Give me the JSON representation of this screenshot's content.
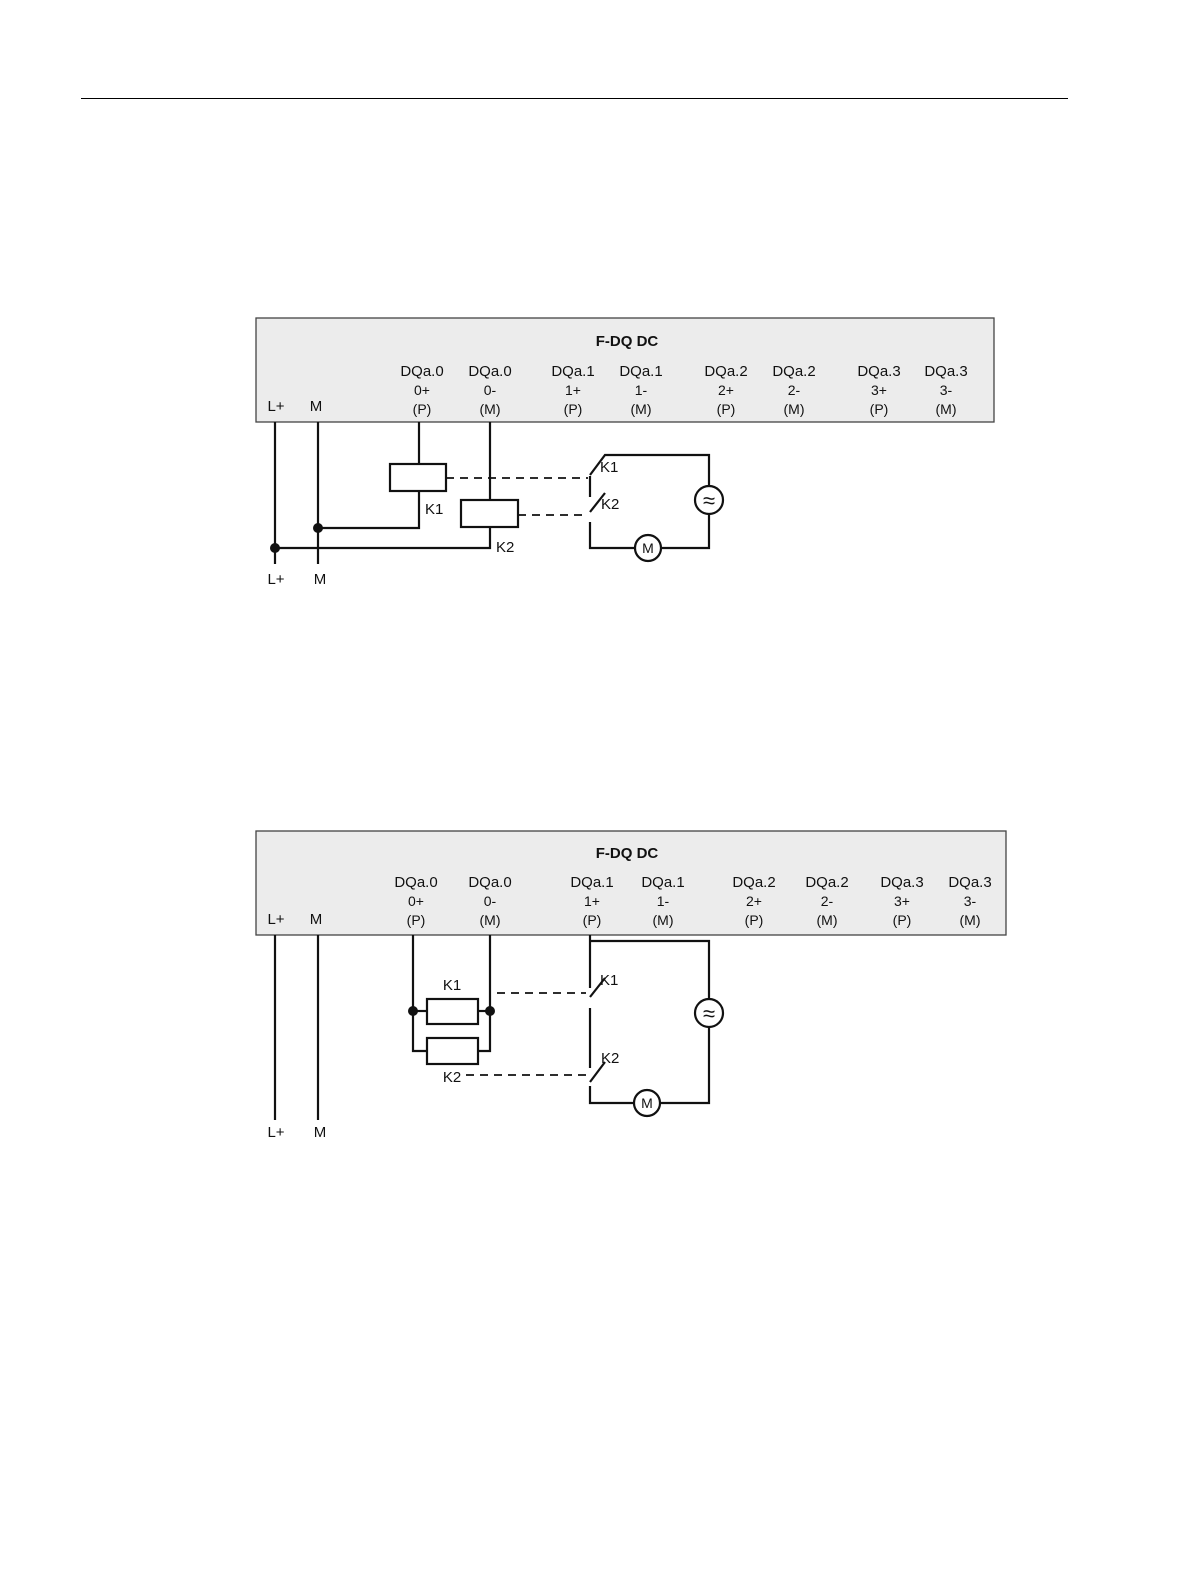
{
  "diagrams": [
    {
      "title": "F-DQ DC",
      "supply": {
        "lplus": "L+",
        "m": "M"
      },
      "terminals": [
        {
          "name": "DQa.0",
          "pin": "0+",
          "pol": "(P)"
        },
        {
          "name": "DQa.0",
          "pin": "0-",
          "pol": "(M)"
        },
        {
          "name": "DQa.1",
          "pin": "1+",
          "pol": "(P)"
        },
        {
          "name": "DQa.1",
          "pin": "1-",
          "pol": "(M)"
        },
        {
          "name": "DQa.2",
          "pin": "2+",
          "pol": "(P)"
        },
        {
          "name": "DQa.2",
          "pin": "2-",
          "pol": "(M)"
        },
        {
          "name": "DQa.3",
          "pin": "3+",
          "pol": "(P)"
        },
        {
          "name": "DQa.3",
          "pin": "3-",
          "pol": "(M)"
        }
      ],
      "relay_k1": "K1",
      "relay_k2": "K2",
      "contact_k1": "K1",
      "contact_k2": "K2",
      "ac_source_symbol": "≈",
      "motor_symbol": "M",
      "bottom": {
        "lplus": "L+",
        "m": "M"
      }
    },
    {
      "title": "F-DQ DC",
      "supply": {
        "lplus": "L+",
        "m": "M"
      },
      "terminals": [
        {
          "name": "DQa.0",
          "pin": "0+",
          "pol": "(P)"
        },
        {
          "name": "DQa.0",
          "pin": "0-",
          "pol": "(M)"
        },
        {
          "name": "DQa.1",
          "pin": "1+",
          "pol": "(P)"
        },
        {
          "name": "DQa.1",
          "pin": "1-",
          "pol": "(M)"
        },
        {
          "name": "DQa.2",
          "pin": "2+",
          "pol": "(P)"
        },
        {
          "name": "DQa.2",
          "pin": "2-",
          "pol": "(M)"
        },
        {
          "name": "DQa.3",
          "pin": "3+",
          "pol": "(P)"
        },
        {
          "name": "DQa.3",
          "pin": "3-",
          "pol": "(M)"
        }
      ],
      "relay_k1": "K1",
      "relay_k2": "K2",
      "contact_k1": "K1",
      "contact_k2": "K2",
      "ac_source_symbol": "≈",
      "motor_symbol": "M",
      "bottom": {
        "lplus": "L+",
        "m": "M"
      }
    }
  ]
}
